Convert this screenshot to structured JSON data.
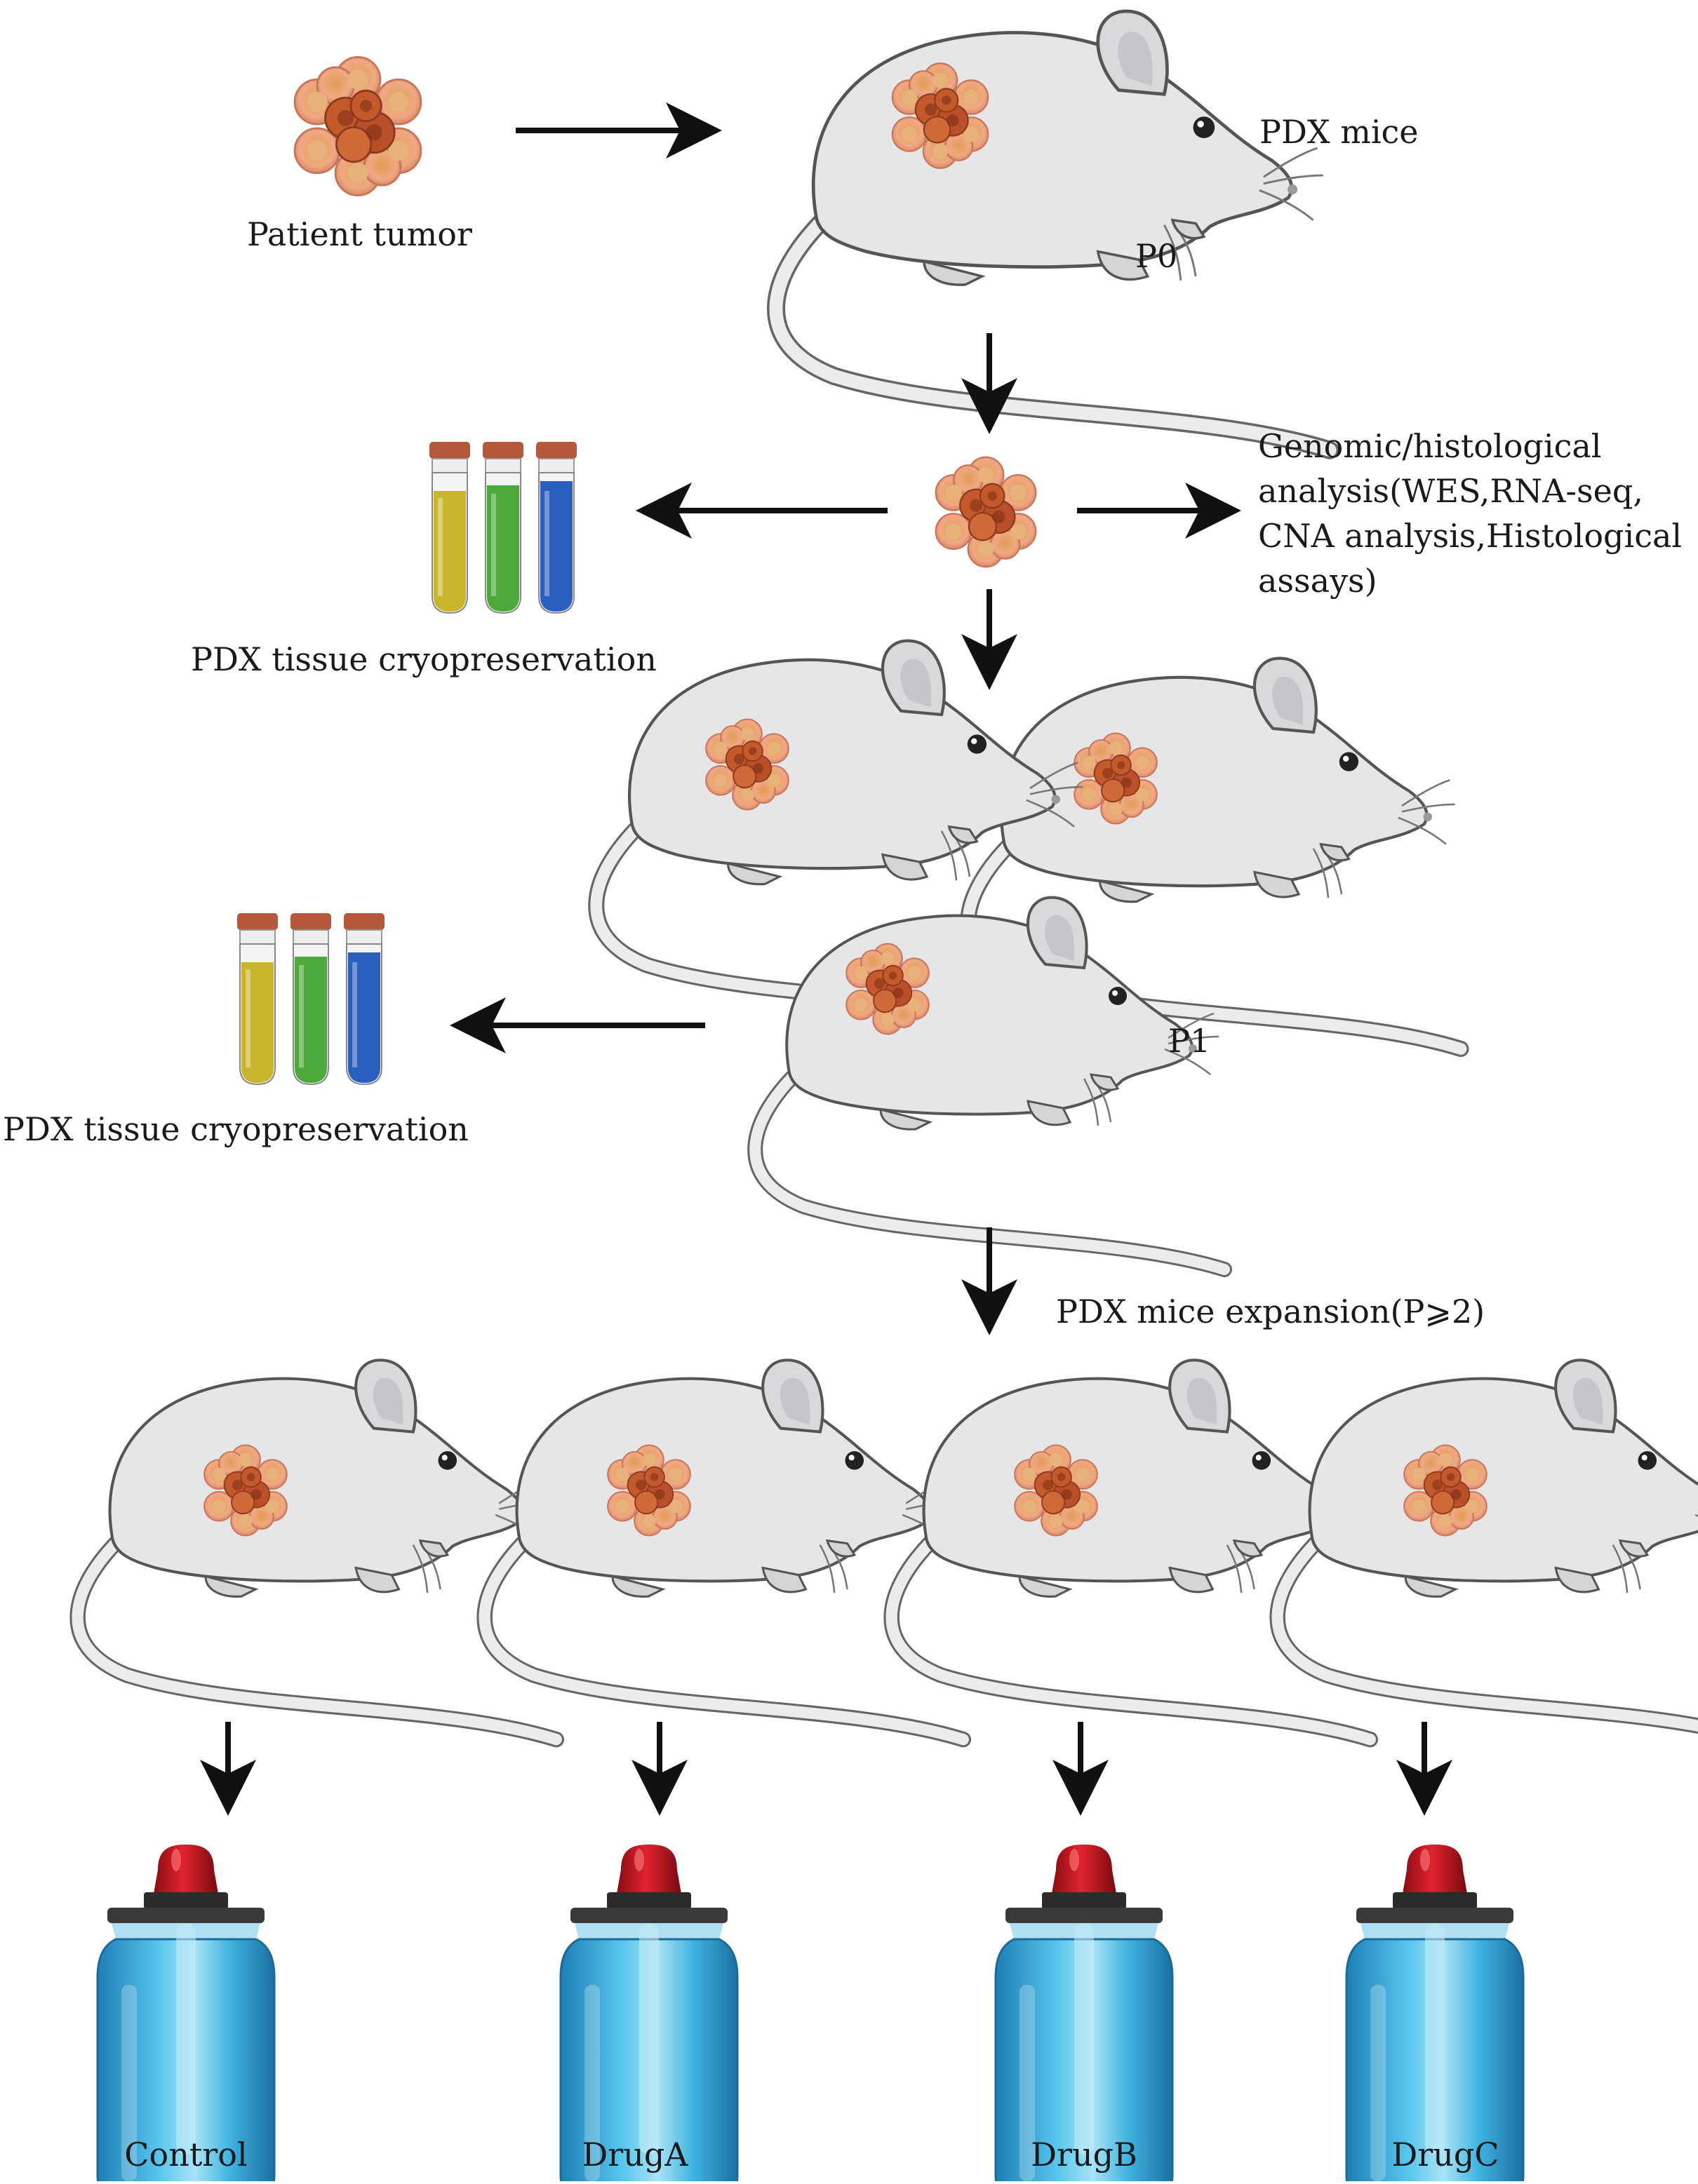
{
  "labels": {
    "patient_tumor": "Patient tumor",
    "pdx_mice": "PDX mice",
    "p0": "P0",
    "analysis_lines": [
      "Genomic/histological",
      "analysis(WES,RNA-seq,",
      "CNA analysis,Histological",
      "assays)"
    ],
    "cryo_1": "PDX tissue cryopreservation",
    "cryo_2": "PDX tissue cryopreservation",
    "p1": "P1",
    "expansion": "PDX mice expansion(P⩾2)"
  },
  "groups": [
    "Control",
    "DrugA",
    "DrugB",
    "DrugC"
  ],
  "icons": {
    "mouse": "mouse-icon",
    "tumor": "tumor-cluster-icon",
    "tubes": "test-tubes-icon",
    "bottle": "dropper-bottle-icon",
    "arrow": "arrow-icon"
  },
  "colors": {
    "mouse_body": "#e6e6e8",
    "mouse_outline": "#555555",
    "cell_outer": "#f2a679",
    "cell_core": "#c45a2c",
    "tube_yellow": "#c9b52a",
    "tube_green": "#4caa3a",
    "tube_blue": "#2a5fc0",
    "cap": "#b5583c",
    "bottle_glass": "#3fb3e0",
    "bottle_cap": "#c1121c"
  }
}
